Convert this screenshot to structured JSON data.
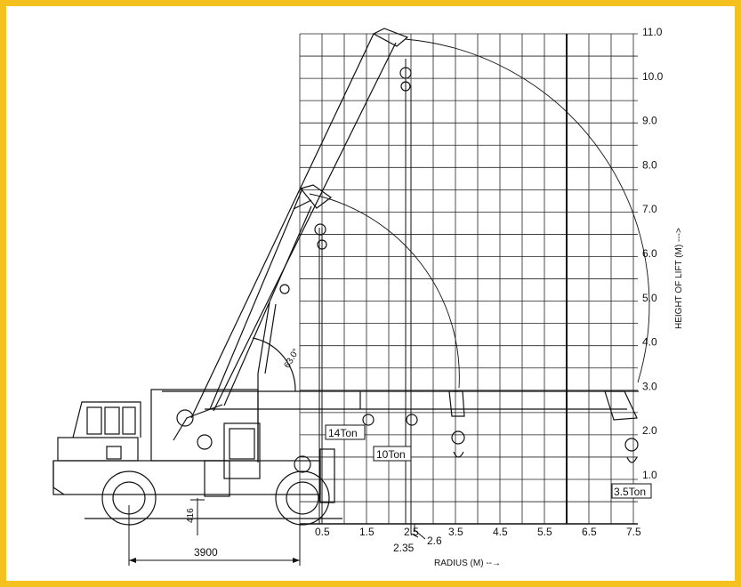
{
  "y_ticks": [
    "1.0",
    "2.0",
    "3.0",
    "4.0",
    "5.0",
    "6.0",
    "7.0",
    "8.0",
    "9.0",
    "10.0",
    "11.0"
  ],
  "x_ticks": [
    "0.5",
    "1.5",
    "2.5",
    "3.5",
    "4.5",
    "5.5",
    "6.5",
    "7.5"
  ],
  "y_axis_label": "HEIGHT OF LIFT (M) --->",
  "x_axis_label": "RADIUS (M)   --→",
  "loads": [
    "14Ton",
    "10Ton",
    "3.5Ton"
  ],
  "extra_radius_labels": [
    "2.35",
    "2.6"
  ],
  "dimensions": {
    "wheelbase": "3900",
    "ground_clearance": "416"
  },
  "boom_angle": "63.0°",
  "colors": {
    "border": "#f5c11e",
    "line": "#111111"
  }
}
